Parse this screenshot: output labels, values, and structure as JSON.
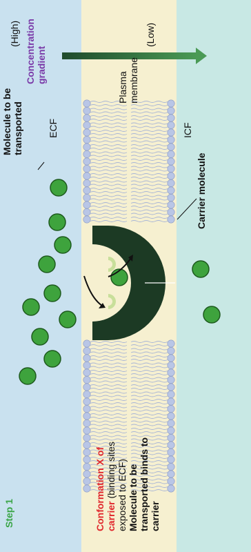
{
  "step": {
    "label": "Step 1",
    "color": "#3aa547"
  },
  "caption": {
    "line1_red": "Conformation X of",
    "line2_red": "carrier",
    "line2_rest": " (binding sites",
    "line3": "exposed to ECF)",
    "line4": "Molecule to be",
    "line5": "transported binds to",
    "line6": "carrier",
    "red_color": "#e0262b"
  },
  "labels": {
    "molecule_line1": "Molecule to be",
    "molecule_line2": "transported",
    "ecf": "ECF",
    "icf": "ICF",
    "membrane_line1": "Plasma",
    "membrane_line2": "membrane",
    "carrier": "Carrier molecule"
  },
  "gradient": {
    "title_line1": "Concentration",
    "title_line2": "gradient",
    "high": "(High)",
    "low": "(Low)",
    "title_color": "#7a3aa8"
  },
  "colors": {
    "ecf_band": "#c9e1ef",
    "membrane_band": "#f6f0d0",
    "icf_band": "#c8e8e4",
    "molecule": "#3ea33d",
    "carrier": "#1c3a24",
    "binding_site": "#c8df9a"
  },
  "icons": [
    "molecule-icon",
    "carrier-protein-icon",
    "phospholipid-icon",
    "gradient-arrow-icon"
  ]
}
